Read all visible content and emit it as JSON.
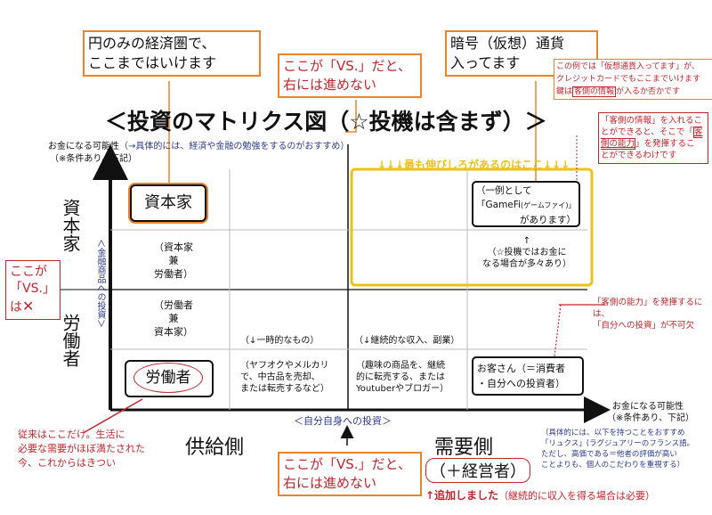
{
  "title": "＜投資のマトリクス図（☆投機は含まず）＞",
  "callouts": {
    "top_left": "円のみの経済圏で、\nここまではいけます",
    "top_center": "ここが「VS.」だと、\n右には進めない",
    "top_right": "暗号（仮想）通貨\n入ってます",
    "crypto_note_line1": "この例では「仮想通貨入ってます」が、",
    "crypto_note_line2": "クレジットカードでもここまでいけます",
    "crypto_note_line3_pre": "鍵は",
    "crypto_note_line3_boxed": "客側の情報",
    "crypto_note_line3_post": "が入るか否かです",
    "customer_info_pre": "「客側の情報」を入れるこ\nとができると、そこで「",
    "customer_info_em": "客\n側の能力",
    "customer_info_post": "」を発揮するこ\nとができるわけです",
    "customer_ability_note": "「客側の能力」を発揮するには、\n「自分への投資」が不可欠",
    "left_vs": "ここが\n「VS.」\nは",
    "left_vs_mark": "✕",
    "bottom_left_note": "従来はここだけ。生活に\n必要な需要がほぼ満たされた\n今、これからはきつい",
    "bottom_center": "ここが「VS.」だと、\n右には進めない",
    "demand_sub": "（＋経営者）",
    "added_note_pre": "↑追加しました",
    "added_note_post": "（継続的に収入を得る場合は必要）",
    "luxus_note": "（具体的には、以下を持つことをおすすめ\n「リュクス」(ラグジュアリーのフランス語。\nただし、高価である＝他者の評価が高い\nことよりも、個人のこだわりを重視する）"
  },
  "axes": {
    "y_label": "お金になる可能性",
    "y_label_note": "（→具体的には、経済や金融の勉強をするのがおすすめ）",
    "y_sub": "（※条件あり、下記）",
    "y_axis_title": "＜金融商品への投資＞",
    "x_label": "お金になる可能性",
    "x_sub": "（※条件あり、下記）",
    "x_axis_title": "＜自分自身への投資＞"
  },
  "side_labels": {
    "capitalist": "資本家",
    "laborer": "労働者",
    "supply": "供給側",
    "demand": "需要側"
  },
  "highlight_banner": "↓↓↓最も伸びしろがあるのはここ↓↓↓",
  "cells": {
    "capitalist_box": "資本家",
    "cap_lab": "（資本家\n兼\n労働者）",
    "lab_cap": "（労働者\n兼\n資本家）",
    "laborer_box": "労働者",
    "temporary": "（↓一時的なもの）",
    "continuous": "（↓継続的な収入、副業）",
    "resale": "（ヤフオクやメルカリ\nで、中古品を売却、\nまたは転売するなど）",
    "hobby": "（趣味の商品を、継続\n的に転売する、または\nYoutuberやブロガー）",
    "gamefi_l1": "（一例として",
    "gamefi_l2": "「GameFi",
    "gamefi_l2_small": "(ゲームファイ)」",
    "gamefi_l3": "があります）",
    "speculation": "↑\n（☆投機ではお金に\nなる場合が多々あり）",
    "customer": "お客さん（＝消費者\n・自分への投資者）"
  },
  "colors": {
    "orange": "#e8852b",
    "red": "#c0262c",
    "blue": "#2a3a8c",
    "yellow": "#e9c21a",
    "black": "#111111"
  }
}
